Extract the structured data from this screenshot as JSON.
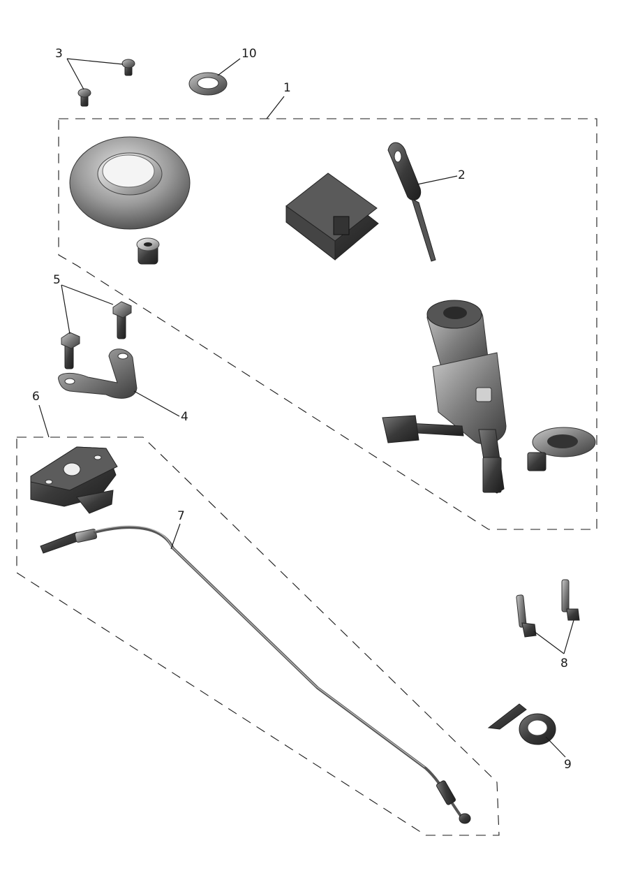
{
  "callouts": {
    "c1": "1",
    "c2": "2",
    "c3": "3",
    "c4": "4",
    "c5": "5",
    "c6": "6",
    "c7": "7",
    "c8": "8",
    "c9": "9",
    "c10": "10"
  },
  "colors": {
    "line": "#1a1a1a",
    "part_dark": "#2b2b2b",
    "part_light": "#d8d8d8"
  }
}
